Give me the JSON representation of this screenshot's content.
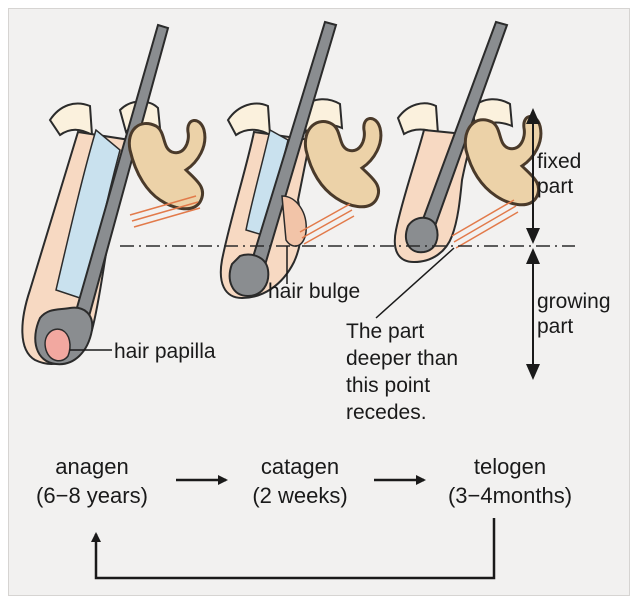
{
  "labels": {
    "fixed_part": [
      "fixed",
      "part"
    ],
    "growing_part": [
      "growing",
      "part"
    ],
    "hair_bulge": "hair bulge",
    "hair_papilla": "hair papilla",
    "recedes_note": [
      "The part",
      "deeper than",
      "this point",
      "recedes."
    ]
  },
  "phases": [
    {
      "name": "anagen",
      "duration": "(6−8 years)"
    },
    {
      "name": "catagen",
      "duration": "(2 weeks)"
    },
    {
      "name": "telogen",
      "duration": "(3−4months)"
    }
  ],
  "colors": {
    "panel": "#f2f1f0",
    "skin": "#f7d9c2",
    "skin_top": "#fbf1dd",
    "hair": "#8a8d90",
    "sheath": "#c9e1ee",
    "gland": "#ecd2a8",
    "papilla": "#f2a8a0",
    "muscle": "#e27a4a"
  }
}
